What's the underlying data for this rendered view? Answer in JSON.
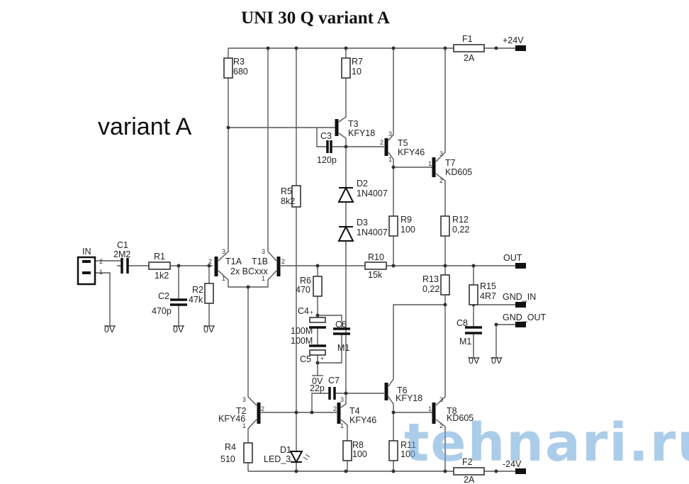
{
  "title": "UNI 30 Q variant A",
  "subtitle": "variant A",
  "watermark": "tehnari.ru",
  "nets": {
    "vplus": "+24V",
    "vminus": "-24V",
    "out": "OUT",
    "gnd_in": "GND_IN",
    "gnd_out": "GND_OUT",
    "ground": "0V",
    "input": "IN"
  },
  "components": {
    "C1": {
      "ref": "C1",
      "value": "2M2"
    },
    "R1": {
      "ref": "R1",
      "value": "1k2"
    },
    "C2": {
      "ref": "C2",
      "value": "470p"
    },
    "R2": {
      "ref": "R2",
      "value": "47k"
    },
    "T1": {
      "ref_a": "T1A",
      "ref_b": "T1B",
      "value": "2x BCxxx"
    },
    "R3": {
      "ref": "R3",
      "value": "680"
    },
    "R5": {
      "ref": "R5",
      "value": "8k2"
    },
    "R7": {
      "ref": "R7",
      "value": "10"
    },
    "T3": {
      "ref": "T3",
      "value": "KFY18"
    },
    "C3": {
      "ref": "C3",
      "value": "120p"
    },
    "T5": {
      "ref": "T5",
      "value": "KFY46"
    },
    "T7": {
      "ref": "T7",
      "value": "KD605"
    },
    "D2": {
      "ref": "D2",
      "value": "1N4007"
    },
    "D3": {
      "ref": "D3",
      "value": "1N4007"
    },
    "R9": {
      "ref": "R9",
      "value": "100"
    },
    "R12": {
      "ref": "R12",
      "value": "0,22"
    },
    "R10": {
      "ref": "R10",
      "value": "15k"
    },
    "R6": {
      "ref": "R6",
      "value": "470"
    },
    "C4": {
      "ref": "C4",
      "value": "100M"
    },
    "C5": {
      "ref": "C5",
      "value": "100M"
    },
    "C6": {
      "ref": "C6",
      "value": "M1"
    },
    "R13": {
      "ref": "R13",
      "value": "0,22"
    },
    "R15": {
      "ref": "R15",
      "value": "4R7"
    },
    "C8": {
      "ref": "C8",
      "value": "M1"
    },
    "C7": {
      "ref": "C7",
      "value": "22p"
    },
    "T2": {
      "ref": "T2",
      "value": "KFY46"
    },
    "T4": {
      "ref": "T4",
      "value": "KFY46"
    },
    "T6": {
      "ref": "T6",
      "value": "KFY18"
    },
    "T8": {
      "ref": "T8",
      "value": "KD605"
    },
    "R4": {
      "ref": "R4",
      "value": "510"
    },
    "D1": {
      "ref": "D1",
      "value": "LED_3"
    },
    "R8": {
      "ref": "R8",
      "value": "100"
    },
    "R11": {
      "ref": "R11",
      "value": "100"
    },
    "F1": {
      "ref": "F1",
      "value": "2A"
    },
    "F2": {
      "ref": "F2",
      "value": "2A"
    }
  },
  "pins": {
    "one": "1",
    "two": "2",
    "three": "3",
    "plus": "+"
  }
}
